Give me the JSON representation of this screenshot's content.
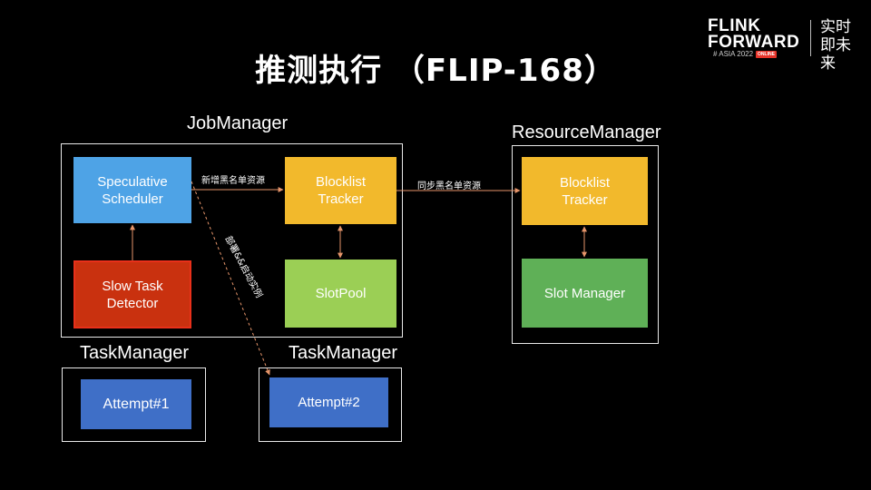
{
  "title": "推测执行  （FLIP-168）",
  "logo": {
    "line1": "FLINK",
    "line2": "FORWARD",
    "sub": "# ASIA 2022",
    "badge": "ONLINE",
    "cn": "实时即未来"
  },
  "containers": {
    "jobmanager": "JobManager",
    "resourcemanager": "ResourceManager",
    "taskmanager1": "TaskManager",
    "taskmanager2": "TaskManager"
  },
  "boxes": {
    "speculative_scheduler": "Speculative\nScheduler",
    "slow_task_detector": "Slow Task\nDetector",
    "blocklist_tracker_jm": "Blocklist\nTracker",
    "slotpool": "SlotPool",
    "blocklist_tracker_rm": "Blocklist\nTracker",
    "slot_manager": "Slot Manager",
    "attempt1": "Attempt#1",
    "attempt2": "Attempt#2"
  },
  "edge_labels": {
    "add_blocklist": "新增黑名单资源",
    "sync_blocklist": "同步黑名单资源",
    "deploy_attempt": "部署&&启动实例"
  },
  "colors": {
    "blue_light": "#4ea3e6",
    "red": "#c9310f",
    "yellow": "#f2b92c",
    "green_light": "#9bcf55",
    "green": "#5fb057",
    "blue_dark": "#3f6fc7",
    "arrow": "#e6956a"
  }
}
